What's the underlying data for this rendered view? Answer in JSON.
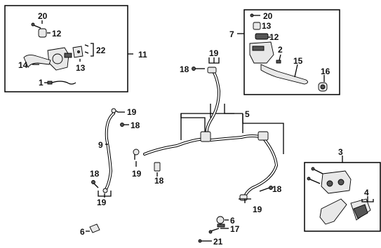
{
  "callouts": {
    "left_lever_assembly": "11",
    "left_lever": "14",
    "left_clamp": "13",
    "left_screws": "22",
    "left_cap_screw": "20",
    "left_cap": "12",
    "left_switch": "1",
    "right_master_assembly": "7",
    "right_cap_screw": "20",
    "right_cap": "13",
    "right_diaphragm": "12",
    "right_pin": "2",
    "right_lever": "15",
    "right_boot": "16",
    "front_hose_set": "5",
    "bolt_top": "18",
    "clip_top": "19",
    "rear_hose": "9",
    "clip_rear_top": "19",
    "bolt_rear_top": "18",
    "clip_rear_mid": "19",
    "bolt_rear_mid": "18",
    "clip_rear_bottom": "19",
    "bolt_center": "18",
    "bolt_right": "18",
    "clip_right": "19",
    "caliper_assembly": "3",
    "brake_pads": "4",
    "holder_left": "6",
    "holder_right": "6",
    "grommet": "17",
    "washer": "21"
  }
}
